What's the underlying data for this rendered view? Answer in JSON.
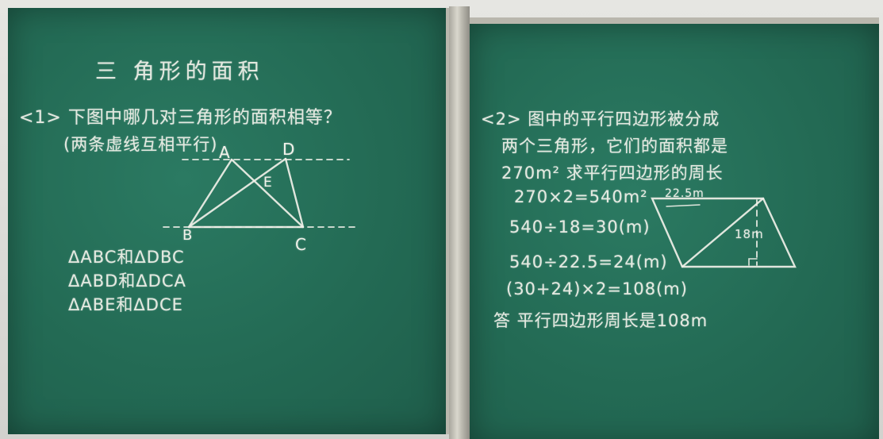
{
  "left_board": {
    "title": "三 角形的面积",
    "question1_line1": "<1> 下图中哪几对三角形的面积相等？",
    "question1_line2": "(两条虚线互相平行)",
    "points": {
      "A": "A",
      "D": "D",
      "E": "E",
      "B": "B",
      "C": "C"
    },
    "answers": [
      "ΔABC和ΔDBC",
      "ΔABD和ΔDCA",
      "ΔABE和ΔDCE"
    ]
  },
  "right_board": {
    "question2_line1": "<2> 图中的平行四边形被分成",
    "question2_line2": "两个三角形，它们的面积都是",
    "question2_line3": "270m² 求平行四边形的周长",
    "steps": [
      "270×2=540m²",
      "540÷18=30(m)",
      "540÷22.5=24(m)",
      "(30+24)×2=108(m)"
    ],
    "answer": "答 平行四边形周长是108m",
    "figure_labels": {
      "top_side": "22.5m",
      "height": "18m"
    }
  }
}
